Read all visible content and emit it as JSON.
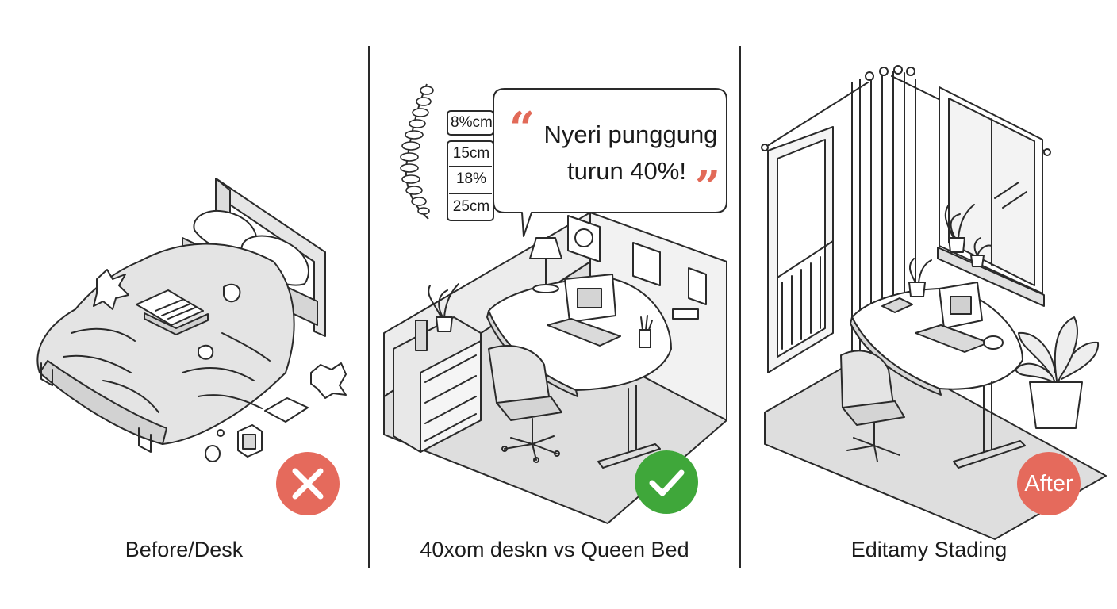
{
  "panels": [
    {
      "caption": "Before/Desk",
      "badge": {
        "type": "cross",
        "color": "#e56a5c"
      }
    },
    {
      "caption": "40xom deskn vs Queen Bed",
      "badge": {
        "type": "check",
        "color": "#3fa73a"
      },
      "bubble": {
        "line1": "Nyeri punggung",
        "line2": "turun 40%!",
        "quote_open": "“",
        "quote_close": "”",
        "quote_color": "#e26a58"
      },
      "measurements": [
        "8%cm",
        "15cm",
        "18%",
        "25cm"
      ]
    },
    {
      "caption": "Editamy Stading",
      "badge": {
        "type": "text",
        "label": "After",
        "color": "#e56a5c"
      }
    }
  ],
  "icons": [
    "spine-icon",
    "bed-icon",
    "laptop-icon",
    "desk-icon",
    "chair-icon",
    "lamp-icon",
    "plant-icon",
    "curtain-icon",
    "window-icon"
  ]
}
